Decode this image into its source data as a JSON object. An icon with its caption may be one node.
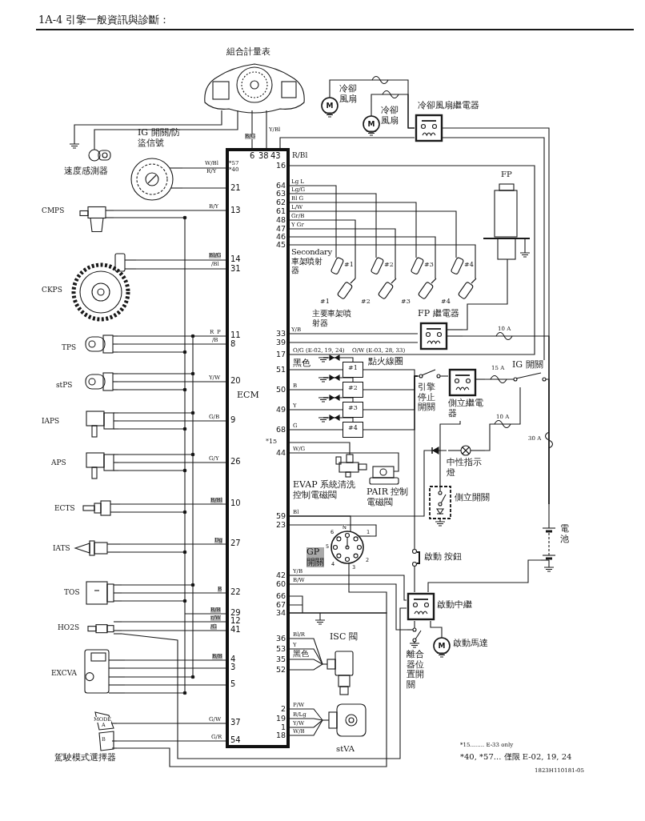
{
  "diagram": {
    "title": "1A-4 引擎一般資訊與診斷：",
    "nodes": [
      {
        "text": [
          "ECM"
        ]
      },
      {
        "text": [
          "組合計量表"
        ]
      },
      {
        "text": [
          "速度感測器"
        ]
      },
      {
        "text": [
          "IG 開關/防盜信號"
        ]
      },
      {
        "text": [
          "CMPS"
        ]
      },
      {
        "text": [
          "CKPS"
        ]
      },
      {
        "text": [
          "TPS"
        ]
      },
      {
        "text": [
          "stPS"
        ]
      },
      {
        "text": [
          "IAPS"
        ]
      },
      {
        "text": [
          "APS"
        ]
      },
      {
        "text": [
          "ECTS"
        ]
      },
      {
        "text": [
          "IATS"
        ]
      },
      {
        "text": [
          "TOS"
        ]
      },
      {
        "text": [
          "HO2S"
        ]
      },
      {
        "text": [
          "EXCVA"
        ]
      },
      {
        "text": [
          "駕駛模式選擇器"
        ]
      },
      {
        "text": [
          "冷卻風扇"
        ]
      },
      {
        "text": [
          "冷卻風扇"
        ]
      },
      {
        "text": [
          "冷卻風扇繼電器"
        ]
      },
      {
        "text": [
          "FP"
        ]
      },
      {
        "text": [
          "#1"
        ]
      },
      {
        "text": [
          "#2"
        ]
      },
      {
        "text": [
          "#3"
        ]
      },
      {
        "text": [
          "#4"
        ]
      },
      {
        "text": [
          "#1"
        ]
      },
      {
        "text": [
          "#2"
        ]
      },
      {
        "text": [
          "#3"
        ]
      },
      {
        "text": [
          "#4"
        ]
      },
      {
        "text": [
          "FP 繼電器"
        ]
      },
      {
        "text": [
          "#1"
        ],
        "beside": [
          "點火線圈"
        ]
      },
      {
        "text": [
          "#2"
        ]
      },
      {
        "text": [
          "#3"
        ]
      },
      {
        "text": [
          "#4"
        ]
      },
      {
        "text": [
          "引擎停止開關"
        ]
      },
      {
        "text": [
          "側立繼電器"
        ]
      },
      {
        "text": [
          "IG 開關"
        ]
      },
      {
        "text": [
          "中性指示燈"
        ]
      },
      {
        "text": [
          "側立開關"
        ]
      },
      {
        "text": [
          "電池"
        ]
      },
      {
        "text": [
          "EVAP 系統清洗控制電磁閥"
        ]
      },
      {
        "text": [
          "PAIR 控制電磁閥"
        ]
      },
      {
        "text": [
          "GP 開關"
        ]
      },
      {
        "text": [
          "啟動 按鈕"
        ]
      },
      {
        "text": [
          "啟動中繼"
        ]
      },
      {
        "text": [
          "啟動馬達"
        ]
      },
      {
        "text": [
          "離合器位置開關"
        ]
      },
      {
        "text": [
          "ISC 閥"
        ]
      },
      {
        "text": [
          "stVA"
        ]
      }
    ],
    "edges": [
      {
        "from": 1,
        "to": 0,
        "arrow": "none"
      },
      {
        "from": 1,
        "to": 0,
        "arrow": "none"
      },
      {
        "from": 2,
        "to": 1,
        "arrow": "none"
      },
      {
        "from": 3,
        "to": 0,
        "arrow": "none"
      },
      {
        "from": 3,
        "to": 0,
        "arrow": "none"
      },
      {
        "from": 4,
        "to": 0,
        "arrow": "none"
      },
      {
        "from": 5,
        "to": 0,
        "arrow": "none"
      },
      {
        "from": 5,
        "to": 0,
        "arrow": "none"
      },
      {
        "from": 6,
        "to": 0,
        "arrow": "none"
      },
      {
        "from": 7,
        "to": 0,
        "arrow": "none"
      },
      {
        "from": 8,
        "to": 0,
        "arrow": "none"
      },
      {
        "from": 9,
        "to": 0,
        "arrow": "none"
      },
      {
        "from": 10,
        "to": 0,
        "arrow": "none"
      },
      {
        "from": 11,
        "to": 0,
        "arrow": "none"
      },
      {
        "from": 12,
        "to": 0,
        "arrow": "none"
      },
      {
        "from": 13,
        "to": 0,
        "arrow": "none"
      },
      {
        "from": 13,
        "to": 0,
        "arrow": "none"
      },
      {
        "from": 14,
        "to": 0,
        "arrow": "none"
      },
      {
        "from": 14,
        "to": 0,
        "arrow": "none"
      },
      {
        "from": 14,
        "to": 0,
        "arrow": "none"
      },
      {
        "from": 15,
        "to": 0,
        "arrow": "none"
      },
      {
        "from": 15,
        "to": 0,
        "arrow": "none"
      },
      {
        "from": 0,
        "to": 20,
        "arrow": "none"
      },
      {
        "from": 0,
        "to": 21,
        "arrow": "none"
      },
      {
        "from": 0,
        "to": 22,
        "arrow": "none"
      },
      {
        "from": 0,
        "to": 23,
        "arrow": "none"
      },
      {
        "from": 0,
        "to": 24,
        "arrow": "none"
      },
      {
        "from": 0,
        "to": 25,
        "arrow": "none"
      },
      {
        "from": 0,
        "to": 26,
        "arrow": "none"
      },
      {
        "from": 0,
        "to": 27,
        "arrow": "none"
      },
      {
        "from": 0,
        "to": 18,
        "arrow": "none"
      },
      {
        "from": 18,
        "to": 16,
        "arrow": "none"
      },
      {
        "from": 18,
        "to": 17,
        "arrow": "none"
      },
      {
        "from": 18,
        "to": 38,
        "arrow": "none"
      },
      {
        "from": 18,
        "to": 35,
        "arrow": "none"
      },
      {
        "from": 0,
        "to": 28,
        "arrow": "none"
      },
      {
        "from": 28,
        "to": 19,
        "arrow": "none"
      },
      {
        "from": 28,
        "to": 38,
        "arrow": "none"
      },
      {
        "from": 0,
        "to": 28,
        "arrow": "none"
      },
      {
        "from": 0,
        "to": 29,
        "arrow": "none"
      },
      {
        "from": 0,
        "to": 30,
        "arrow": "none"
      },
      {
        "from": 0,
        "to": 31,
        "arrow": "none"
      },
      {
        "from": 0,
        "to": 32,
        "arrow": "none"
      },
      {
        "from": 29,
        "to": 33,
        "arrow": "none"
      },
      {
        "from": 30,
        "to": 33,
        "arrow": "none"
      },
      {
        "from": 31,
        "to": 33,
        "arrow": "none"
      },
      {
        "from": 32,
        "to": 33,
        "arrow": "none"
      },
      {
        "from": 33,
        "to": 34,
        "arrow": "none"
      },
      {
        "from": 34,
        "to": 35,
        "arrow": "none"
      },
      {
        "from": 35,
        "to": 38,
        "arrow": "none"
      },
      {
        "from": 36,
        "to": 35,
        "arrow": "none"
      },
      {
        "from": 36,
        "to": 0,
        "arrow": "none"
      },
      {
        "from": 37,
        "to": 34,
        "arrow": "none"
      },
      {
        "from": 0,
        "to": 39,
        "arrow": "none"
      },
      {
        "from": 0,
        "to": 40,
        "arrow": "none"
      },
      {
        "from": 41,
        "to": 0,
        "arrow": "none"
      },
      {
        "from": 41,
        "to": 0,
        "arrow": "none"
      },
      {
        "from": 41,
        "to": 0,
        "arrow": "none"
      },
      {
        "from": 42,
        "to": 43,
        "arrow": "none"
      },
      {
        "from": 0,
        "to": 43,
        "arrow": "none"
      },
      {
        "from": 0,
        "to": 45,
        "arrow": "none"
      },
      {
        "from": 43,
        "to": 44,
        "arrow": "none"
      },
      {
        "from": 43,
        "to": 45,
        "arrow": "none"
      },
      {
        "from": 43,
        "to": 38,
        "arrow": "none"
      },
      {
        "from": 42,
        "to": 33,
        "arrow": "none"
      },
      {
        "from": 0,
        "to": 46,
        "arrow": "none"
      },
      {
        "from": 0,
        "to": 46,
        "arrow": "none"
      },
      {
        "from": 0,
        "to": 46,
        "arrow": "none"
      },
      {
        "from": 0,
        "to": 46,
        "arrow": "none"
      },
      {
        "from": 0,
        "to": 47,
        "arrow": "none"
      },
      {
        "from": 0,
        "to": 47,
        "arrow": "none"
      },
      {
        "from": 0,
        "to": 47,
        "arrow": "none"
      },
      {
        "from": 0,
        "to": 47,
        "arrow": "none"
      },
      {
        "from": 15,
        "to": 0,
        "arrow": "none"
      },
      {
        "from": 13,
        "to": 43,
        "arrow": "none"
      },
      {
        "from": 0,
        "to": 0,
        "arrow": "none"
      }
    ],
    "labels": [
      "6",
      "38",
      "43",
      "R/Bl",
      "B/G",
      "Y/Bl",
      "W/Bl",
      "R/Y",
      "*57",
      "*40",
      "21",
      "B/Y",
      "13",
      "Bl/G",
      "/Bl",
      "14",
      "31",
      "R",
      "P",
      "/B",
      "11",
      "8",
      "Y/W",
      "20",
      "G/B",
      "9",
      "G/Y",
      "26",
      "B/Bl",
      "10",
      "Dg",
      "27",
      "B",
      "22",
      "B/B",
      "r/W",
      "/G",
      "29",
      "12",
      "41",
      "B/B",
      "4",
      "3",
      "5",
      "G/W",
      "37",
      "G/R",
      "54",
      "16",
      "64",
      "63",
      "62",
      "61",
      "48",
      "47",
      "46",
      "45",
      "33",
      "39",
      "17",
      "51",
      "50",
      "49",
      "68",
      "44",
      "59",
      "23",
      "42",
      "60",
      "66",
      "67",
      "34",
      "36",
      "53",
      "35",
      "52",
      "2",
      "19",
      "1",
      "18",
      "Lg L",
      "Lg/G",
      "Bl G",
      "L/W",
      "Gr/B",
      "Y Gr",
      "Y/B",
      "O/G (E-02, 19, 24)",
      "O/W (E-03, 28, 33)",
      "黑色",
      "B",
      "Y",
      "G",
      "*15",
      "W/G",
      "Bl",
      "Y/B",
      "B/W",
      "Bl/R",
      "Y",
      "黑色",
      "P/W",
      "B/Lg",
      "Y/W",
      "W/B",
      "Secondary 車架噴射器",
      "主要車架噴射器",
      "10 A",
      "15 A",
      "10 A",
      "30 A",
      "N",
      "1",
      "2",
      "3",
      "4",
      "5",
      "6",
      "MODE",
      "A",
      "B",
      "*15........ E-33 only",
      "*40, *57... 僅限 E-02, 19, 24",
      "1823H110181-05",
      "M",
      "M",
      "M"
    ]
  }
}
